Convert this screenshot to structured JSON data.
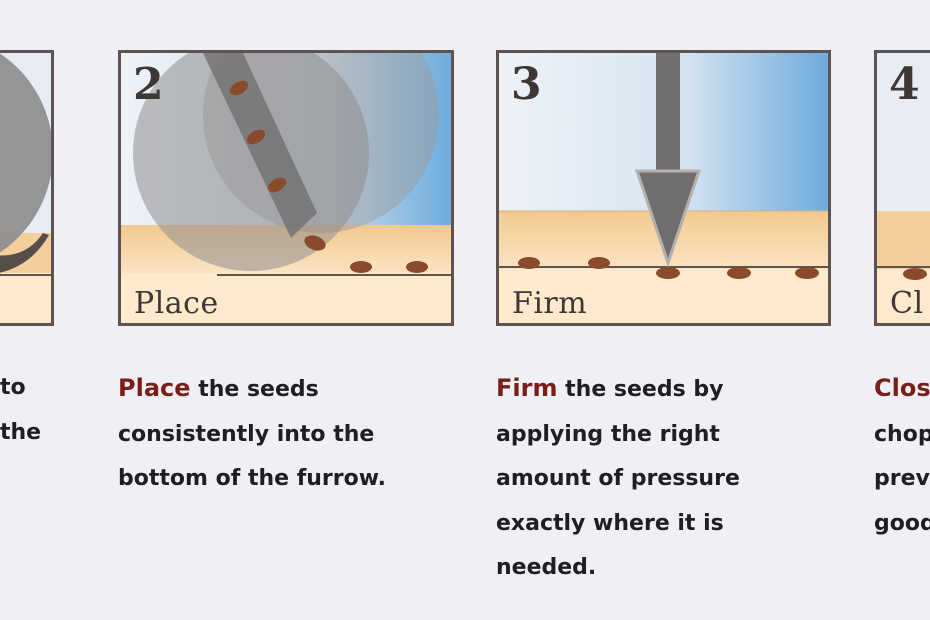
{
  "steps": [
    {
      "label": "",
      "caption_lines": [
        "to",
        "the"
      ]
    },
    {
      "number": "2",
      "label": "Place",
      "highlight": "Place",
      "caption_lines": [
        "the seeds",
        "consistently into the",
        "bottom of the furrow."
      ]
    },
    {
      "number": "3",
      "label": "Firm",
      "highlight": "Firm",
      "caption_lines": [
        "the seeds by",
        "applying the right",
        "amount of pressure",
        "exactly where it is",
        "needed."
      ]
    },
    {
      "number": "4",
      "label": "Cl",
      "highlight": "Clos",
      "caption_lines": [
        "",
        "chop",
        "prev",
        "good"
      ]
    }
  ],
  "colors": {
    "background": "#eff0f6",
    "border": "#5d5350",
    "soil": "#f6d4a4",
    "sky": "#78b4e0",
    "seed": "#8a4a2c",
    "highlight": "#7b1e17",
    "text": "#1f1f1f"
  }
}
